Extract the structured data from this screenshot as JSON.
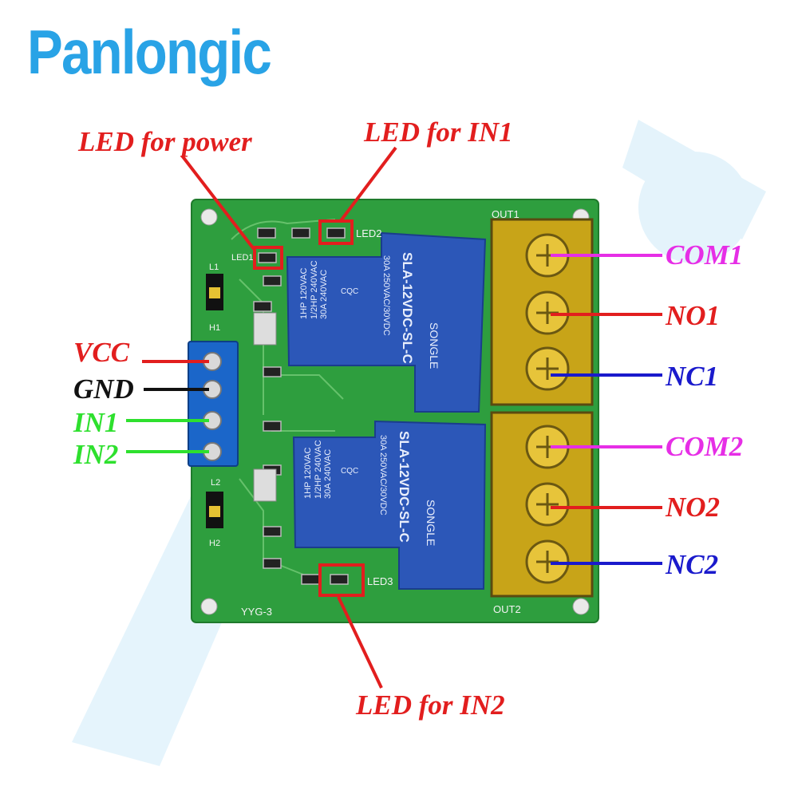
{
  "brand": "Panlongic",
  "colors": {
    "brand": "#29a3e6",
    "callout_red": "#e21e1e",
    "callout_black": "#111111",
    "callout_green": "#2ee02e",
    "callout_magenta": "#e62ee6",
    "callout_blue": "#1a1acc",
    "pcb": "#2e9e3e",
    "relay": "#2c57b8",
    "terminal": "#c8a418"
  },
  "callouts": {
    "led_power": "LED for power",
    "led_in1": "LED for IN1",
    "led_in2": "LED for IN2",
    "vcc": "VCC",
    "gnd": "GND",
    "in1": "IN1",
    "in2": "IN2",
    "com1": "COM1",
    "no1": "NO1",
    "nc1": "NC1",
    "com2": "COM2",
    "no2": "NO2",
    "nc2": "NC2"
  },
  "board": {
    "silk_out1": "OUT1",
    "silk_out2": "OUT2",
    "silk_led1": "LED1",
    "silk_led2": "LED2",
    "silk_led3": "LED3",
    "silk_l1": "L1",
    "silk_l2": "L2",
    "silk_h1": "H1",
    "silk_h2": "H2",
    "silk_model": "YYG-3"
  },
  "relays": [
    {
      "model": "SLA-12VDC-SL-C",
      "brand": "SONGLE",
      "ratings_left": "1HP 120VAC\n1/2HP 240VAC\n30A 240VAC",
      "ratings_right": "30A 250VAC/30VDC",
      "cert": "CQC"
    },
    {
      "model": "SLA-12VDC-SL-C",
      "brand": "SONGLE",
      "ratings_left": "1HP 120VAC\n1/2HP 240VAC\n30A 240VAC",
      "ratings_right": "30A 250VAC/30VDC",
      "cert": "CQC"
    }
  ]
}
